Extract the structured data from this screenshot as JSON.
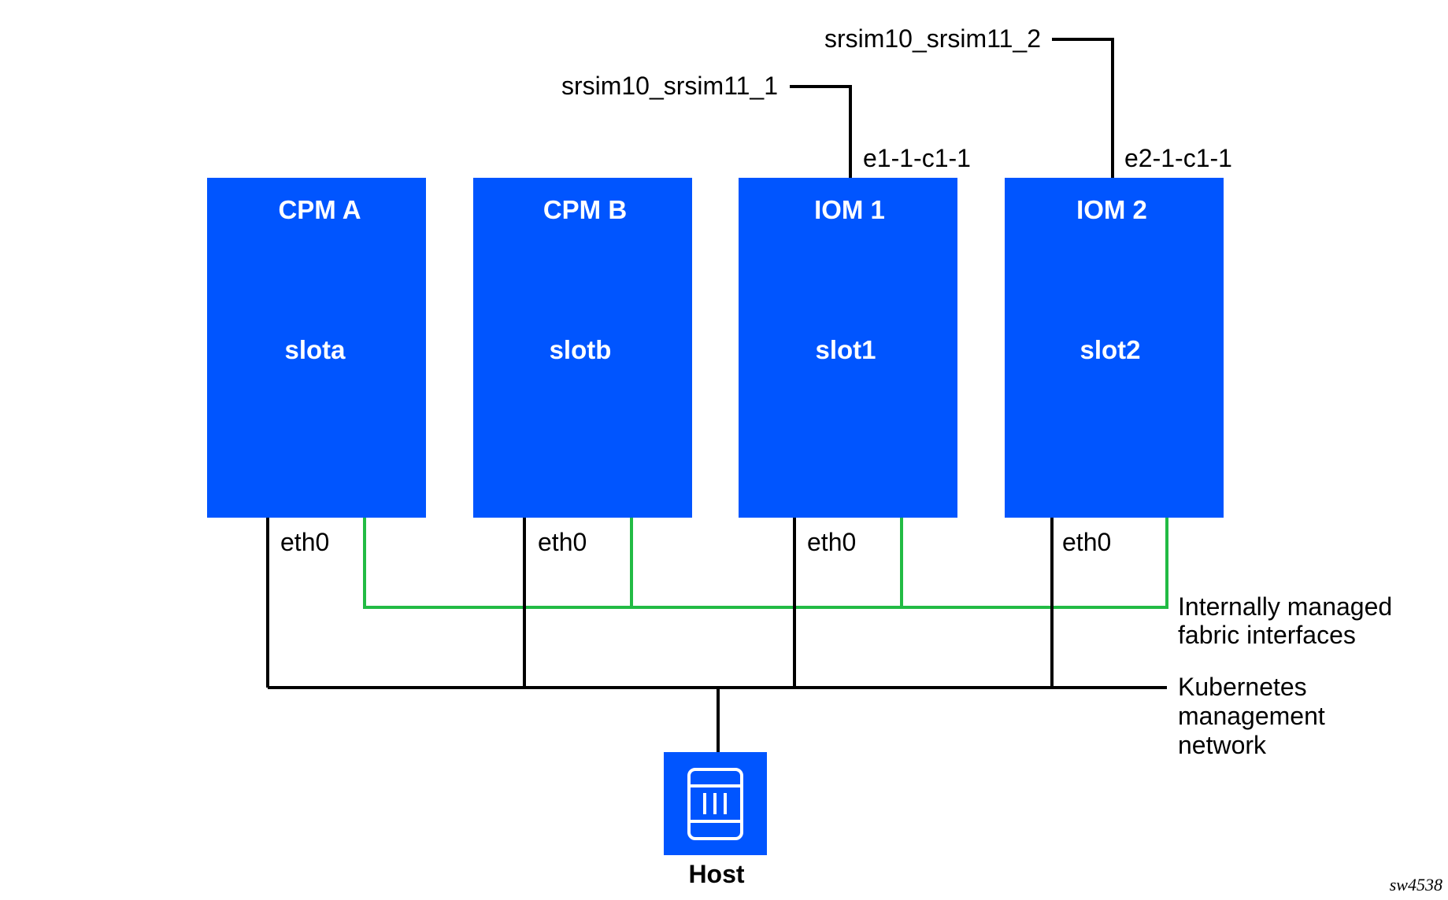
{
  "slots": [
    {
      "title": "CPM A",
      "name": "slota",
      "mgmt_port": "eth0"
    },
    {
      "title": "CPM B",
      "name": "slotb",
      "mgmt_port": "eth0"
    },
    {
      "title": "IOM 1",
      "name": "slot1",
      "mgmt_port": "eth0",
      "data_port": "e1-1-c1-1",
      "link": "srsim10_srsim11_1"
    },
    {
      "title": "IOM 2",
      "name": "slot2",
      "mgmt_port": "eth0",
      "data_port": "e2-1-c1-1",
      "link": "srsim10_srsim11_2"
    }
  ],
  "networks": {
    "fabric": [
      "Internally managed",
      "fabric interfaces"
    ],
    "management": [
      "Kubernetes",
      "management",
      "network"
    ]
  },
  "host": {
    "label": "Host",
    "icon": "server-icon"
  },
  "figure_id": "sw4538",
  "colors": {
    "slot_fill": "#0055ff",
    "fabric_wire": "#22bb44",
    "management_wire": "#000000"
  }
}
